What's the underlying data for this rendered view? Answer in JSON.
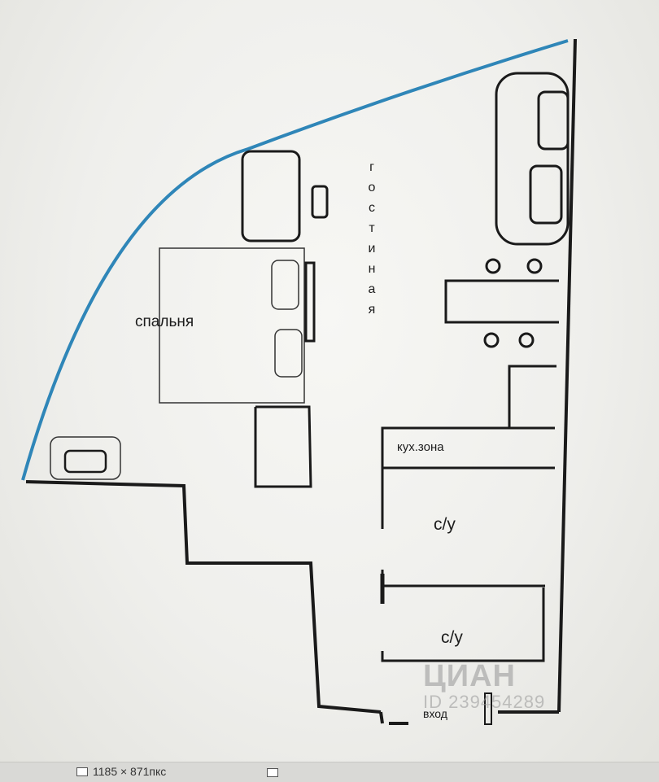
{
  "rooms": {
    "bedroom": "спальня",
    "living": "гостиная",
    "kitchen": "кух.зона",
    "bathroom_1": "с/у",
    "bathroom_2": "с/у",
    "entrance": "вход"
  },
  "watermark": {
    "brand": "ЦИАН",
    "id": "ID 239454289"
  },
  "status_bar": {
    "dimensions": "1185 × 871пкс"
  },
  "colors": {
    "window_arc": "#2f86b8",
    "walls": "#1a1a1a"
  }
}
